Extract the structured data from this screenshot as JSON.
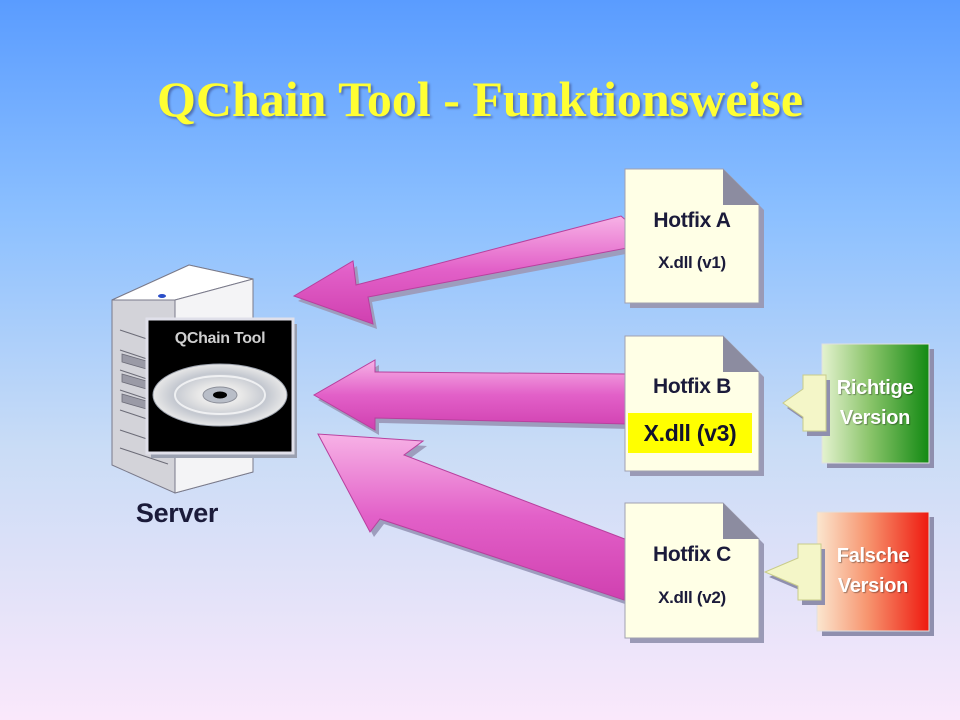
{
  "title": "QChain Tool - Funktionsweise",
  "server": {
    "label": "Server",
    "tool_label": "QChain Tool"
  },
  "hotfixes": [
    {
      "name": "Hotfix A",
      "dll": "X.dll (v1)"
    },
    {
      "name": "Hotfix B",
      "dll": "X.dll (v3)"
    },
    {
      "name": "Hotfix C",
      "dll": "X.dll (v2)"
    }
  ],
  "tags": [
    {
      "line1": "Richtige",
      "line2": "Version",
      "color": "#1e8c1e"
    },
    {
      "line1": "Falsche",
      "line2": "Version",
      "color": "#ee2010"
    }
  ],
  "colors": {
    "title": "#ffff33",
    "arrow": "#e25cc4",
    "highlight": "#ffff00"
  }
}
